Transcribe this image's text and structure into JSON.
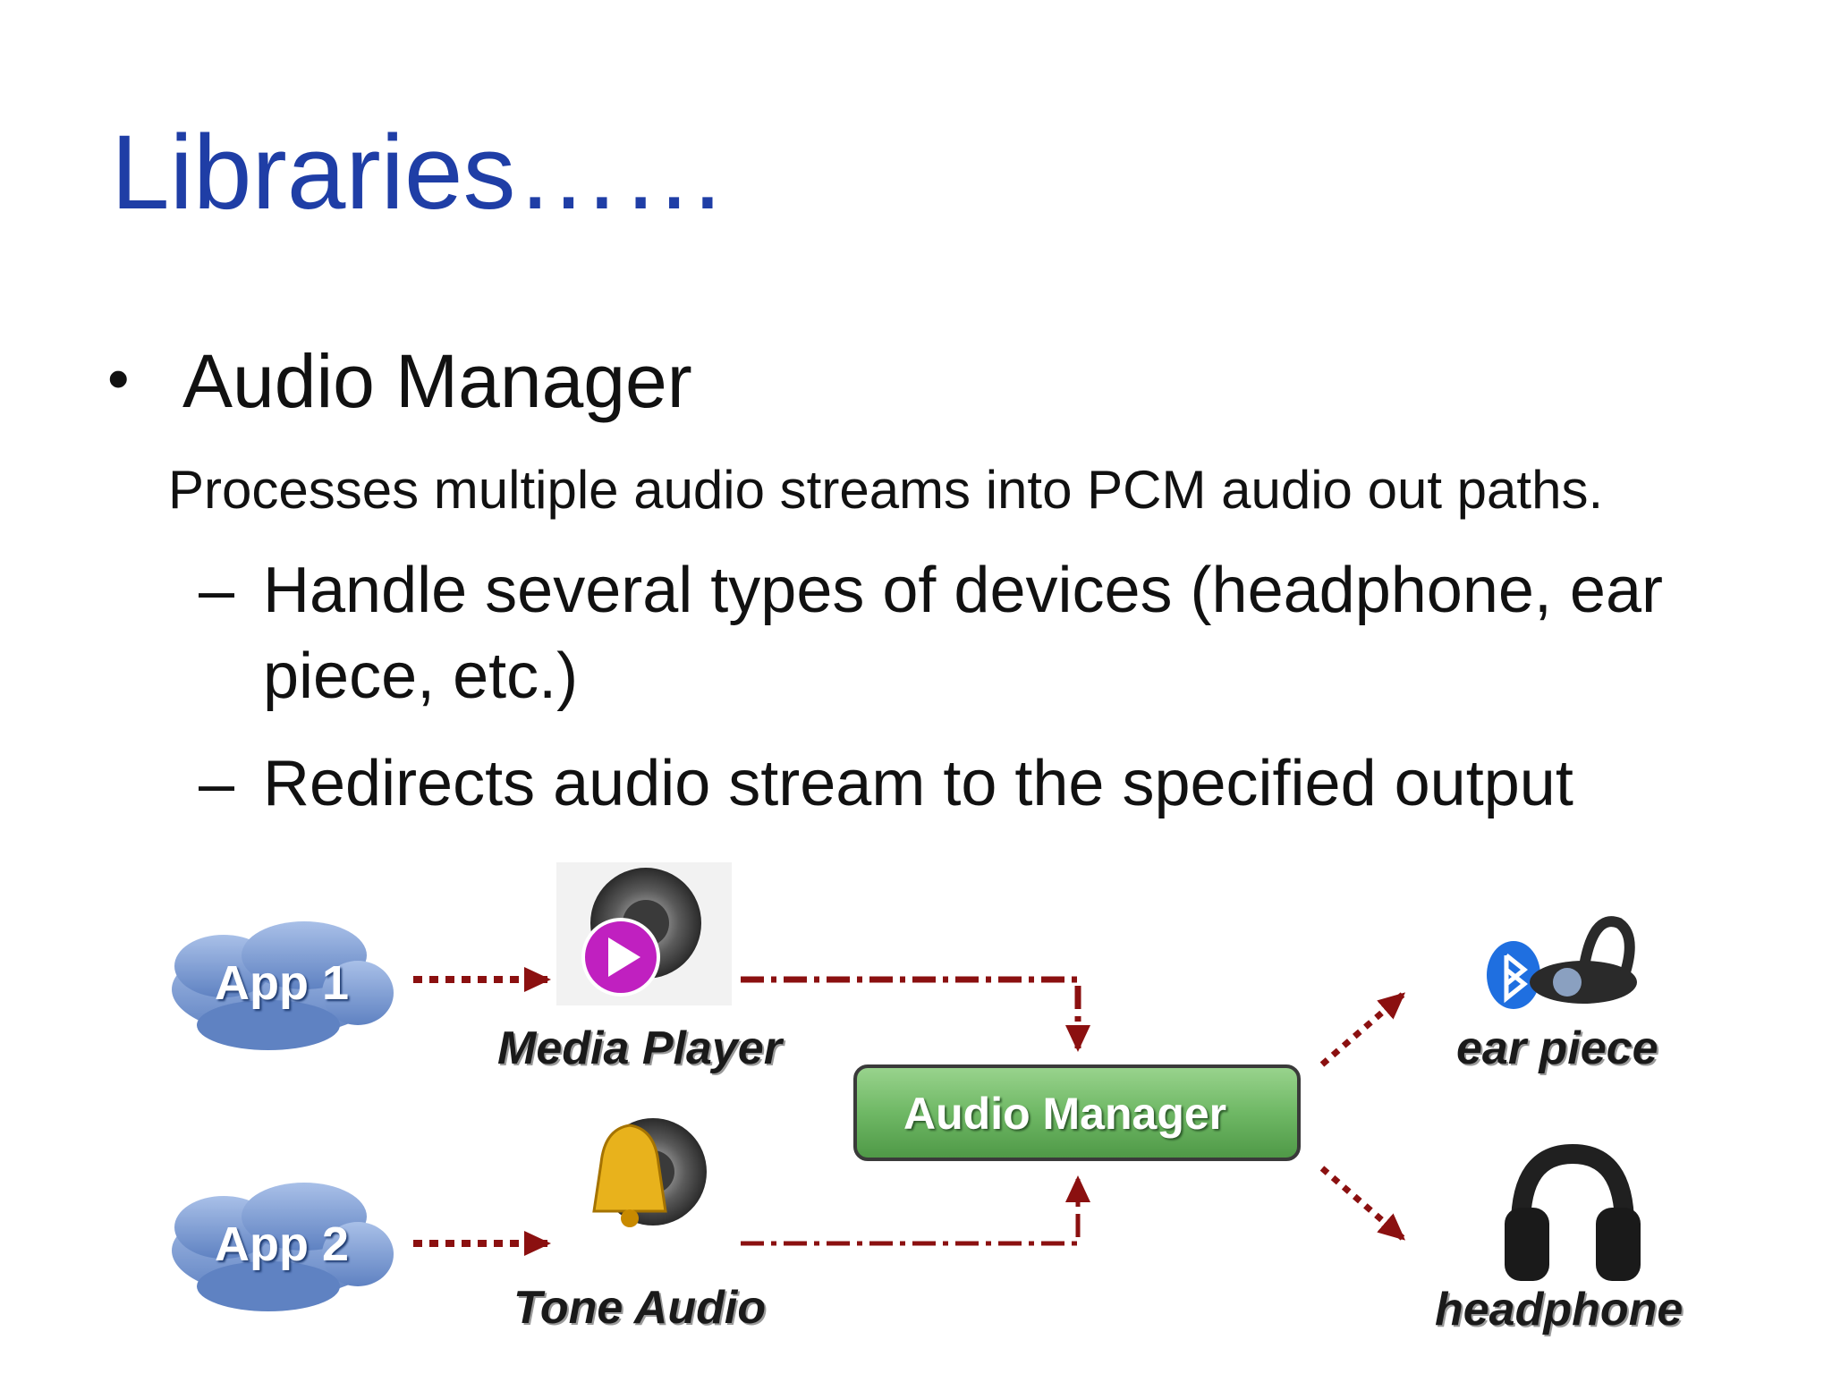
{
  "slide": {
    "title": "Libraries……",
    "bullet_symbol": "•",
    "bullet": "Audio Manager",
    "description": "Processes multiple audio streams into PCM audio out paths.",
    "dash_symbol": "–",
    "sub_items": [
      "Handle several types of devices (headphone, ear piece, etc.)",
      "Redirects audio stream to the specified output"
    ]
  },
  "diagram": {
    "app1": "App 1",
    "app2": "App 2",
    "media_player": "Media Player",
    "tone_audio": "Tone Audio",
    "audio_manager": "Audio Manager",
    "ear_piece": "ear piece",
    "headphone": "headphone"
  },
  "colors": {
    "title": "#1f3ea6",
    "arrow": "#8b1010",
    "audio_manager_fill": "#6fb865",
    "cloud_fill": "#7f9fd3",
    "bluetooth": "#1f6fe0"
  }
}
